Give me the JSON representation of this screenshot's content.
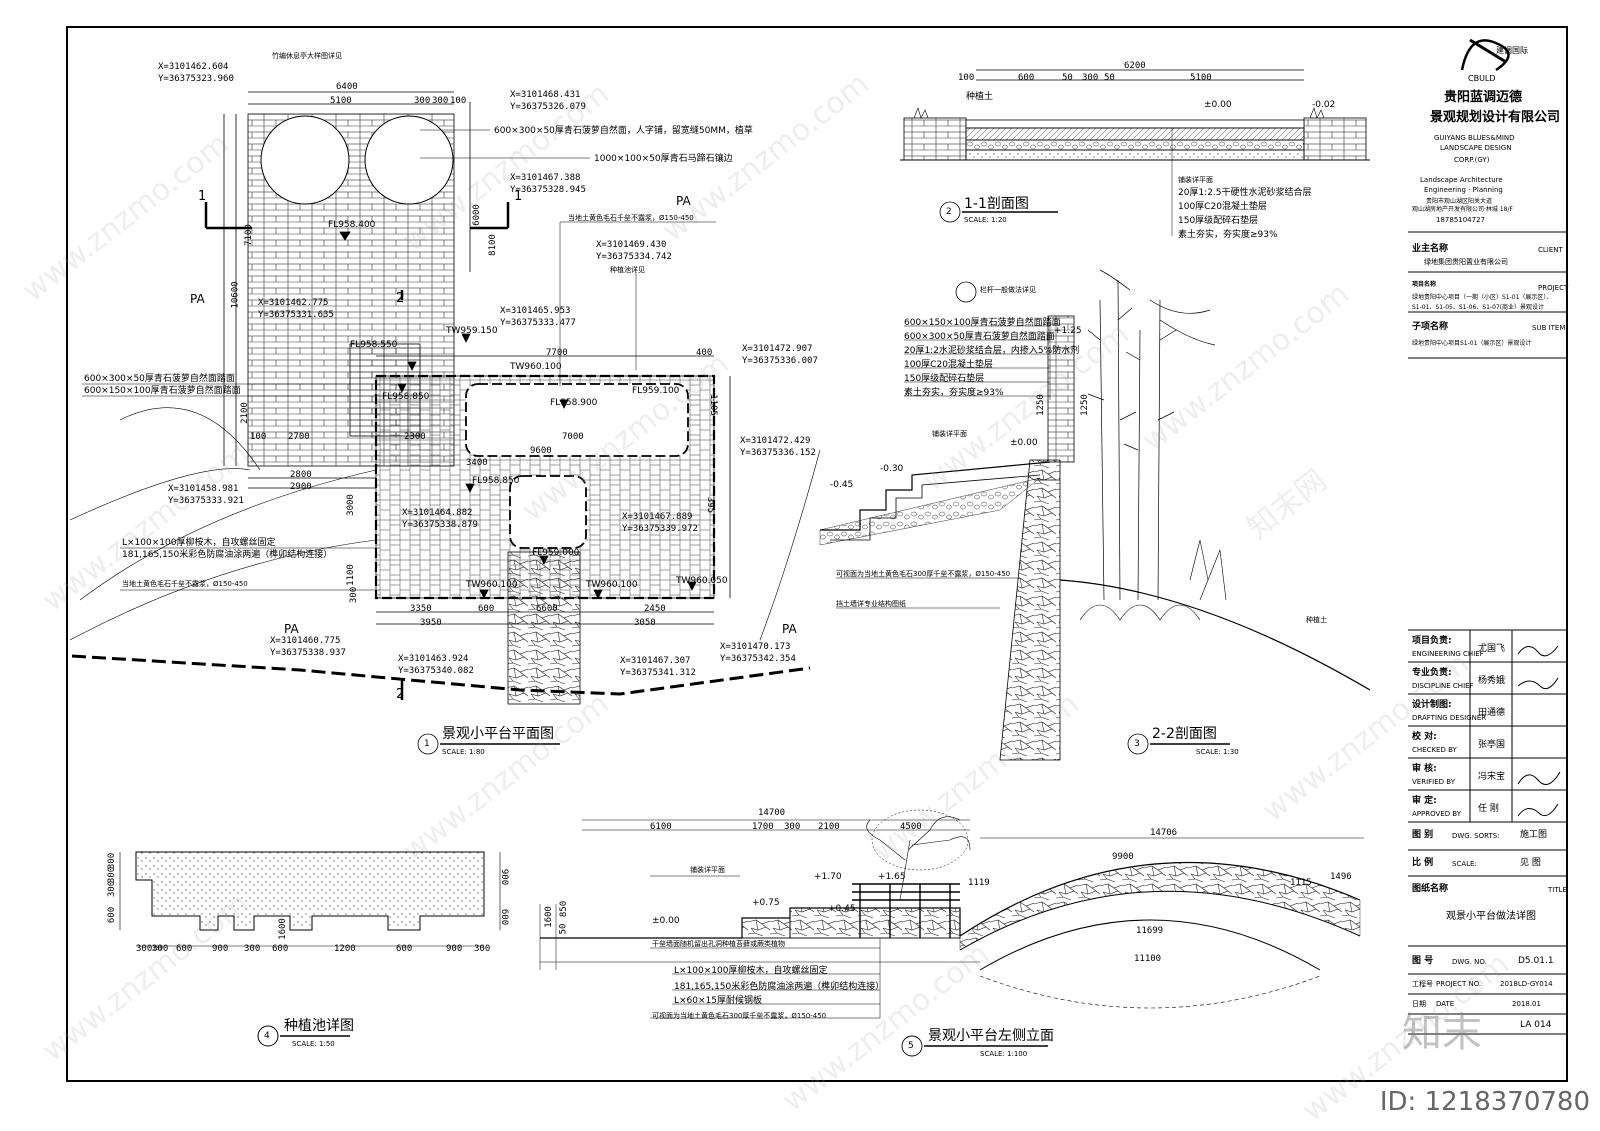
{
  "plan": {
    "title": "景观小平台平面图",
    "scale": "SCALE: 1:80",
    "coords": [
      "X=3101462.604",
      "Y=36375323.960",
      "X=3101468.431",
      "Y=36375326.079",
      "X=3101467.388",
      "Y=36375328.945",
      "X=3101469.430",
      "Y=36375334.742",
      "X=3101465.953",
      "Y=36375333.477",
      "X=3101462.775",
      "Y=36375331.635",
      "X=3101472.907",
      "Y=36375336.007",
      "X=3101472.429",
      "Y=36375336.152",
      "X=3101458.981",
      "Y=36375333.921",
      "X=3101464.882",
      "Y=36375338.879",
      "X=3101467.889",
      "Y=36375339.972",
      "X=3101460.775",
      "Y=36375338.937",
      "X=3101463.924",
      "Y=36375340.082",
      "X=3101467.307",
      "Y=36375341.312",
      "X=3101470.173",
      "Y=36375342.354"
    ],
    "notes": [
      "竹编休息亭大样图详见",
      "600×300×50厚青石菠萝自然面，人字铺，留宽缝50MM，植草",
      "1000×100×50厚青石马蹄石镶边",
      "当地土黄色毛石千垒不露浆，Ø150-450",
      "种植池详见",
      "600×300×50厚青石菠萝自然面踏面",
      "600×150×100厚青石菠萝自然面踏面",
      "L×100×100厚柳桉木，自攻螺丝固定",
      "181,165,150米彩色防腐油涂两遍（榫卯结构连接）",
      "当地土黄色毛石千垒不露浆，Ø150-450"
    ],
    "dims": [
      "6400",
      "5100",
      "300",
      "300",
      "100",
      "7100",
      "10600",
      "8100",
      "6000",
      "2700",
      "2100",
      "100",
      "2300",
      "2800",
      "2900",
      "7700",
      "400",
      "9600",
      "7000",
      "3400",
      "3350",
      "3950",
      "2450",
      "3050",
      "600",
      "6600",
      "3000",
      "1100",
      "300",
      "1105",
      "395"
    ],
    "levels": [
      "FL958.400",
      "FL958.850",
      "FL958.550",
      "TW960.100",
      "FL959.100",
      "FL958.900",
      "FL958.850",
      "FL959.000",
      "TW960.100",
      "TW960.100",
      "TW959.150",
      "TW960.050"
    ],
    "markers": [
      "PA",
      "PA",
      "PA",
      "PA",
      "1",
      "1",
      "2",
      "2"
    ]
  },
  "sec11": {
    "title": "1-1剖面图",
    "scale": "SCALE: 1:20",
    "dims": [
      "6200",
      "100",
      "600",
      "50",
      "300",
      "50",
      "5100"
    ],
    "levels": [
      "±0.00",
      "-0.02"
    ],
    "notes": [
      "种植土",
      "铺装详平面",
      "20厚1:2.5干硬性水泥砂浆结合层",
      "100厚C20混凝土垫层",
      "150厚级配碎石垫层",
      "素土夯实，夯实度≥93%"
    ]
  },
  "sec22": {
    "title": "2-2剖面图",
    "scale": "SCALE: 1:30",
    "ref": "栏杆一般做法详见",
    "notes": [
      "600×150×100厚青石菠萝自然面踏面",
      "600×300×50厚青石菠萝自然面踏面",
      "20厚1:2水泥砂浆结合层，内掺入5%防水剂",
      "100厚C20混凝土垫层",
      "150厚级配碎石垫层",
      "素土夯实，夯实度≥93%",
      "铺装详平面",
      "可视面为当地土黄色毛石300厚千垒不露浆，Ø150-450",
      "挡土墙详专业结构图纸",
      "种植土"
    ],
    "levels": [
      "±0.00",
      "-0.30",
      "-0.45",
      "+1.25"
    ],
    "dims": [
      "1250",
      "1250"
    ]
  },
  "detail4": {
    "title": "种植池详图",
    "scale": "SCALE: 1:50",
    "dims_bottom": [
      "300",
      "300",
      "300",
      "600",
      "900",
      "300",
      "600",
      "1200",
      "600",
      "900",
      "300"
    ],
    "dims_left": [
      "300",
      "300",
      "300",
      "600",
      "1600"
    ],
    "dims_right": [
      "900",
      "600"
    ]
  },
  "elev5": {
    "title": "景观小平台左侧立面",
    "scale": "SCALE: 1:100",
    "dims_top": [
      "14700",
      "6100",
      "1700",
      "300",
      "2100",
      "4500"
    ],
    "dims_right": [
      "14706",
      "9900",
      "1119",
      "1115",
      "1496",
      "11699",
      "11100"
    ],
    "levels": [
      "+1.70",
      "+1.65",
      "+0.75",
      "+0.45",
      "±0.00"
    ],
    "notes": [
      "铺装详平面",
      "干垒墙面随机留出孔洞种植苔藓或蕨类植物",
      "L×100×100厚柳桉木，自攻螺丝固定",
      "181,165,150米彩色防腐油涂两遍（榫卯结构连接）",
      "L×60×15厚耐候钢板",
      "可视面为当地土黄色毛石300厚千垒不露浆，Ø150-450"
    ],
    "dims_left": [
      "1600",
      "850",
      "50"
    ]
  },
  "titleblock": {
    "brand": "建调国际",
    "brand_en": "CBULD",
    "company_line1": "贵阳蓝调迈德",
    "company_line2": "景观规划设计有限公司",
    "company_en1": "GUIYANG BLUES&MIND",
    "company_en2": "LANDSCAPE DESIGN",
    "company_en3": "CORP.(GY)",
    "services1": "Landscape Architecture",
    "services2": "Engineering · Planning",
    "address1": "贵阳市观山湖区阳关大道",
    "address2": "观山湖房地产开发有限公司·林城 18/F",
    "phone": "18785104727",
    "client_label": "业主名称",
    "client_en": "CLIENT",
    "client_value": "绿地集团贵阳置业有限公司",
    "project_label": "项目名称",
    "project_en": "PROJECT",
    "project_value1": "绿地贵阳中心项目（一期（小区）S1-01（展示区）、",
    "project_value2": "S1-01、S1-05、S1-06、S1-07(商业）景观设计",
    "sub_label": "子项名称",
    "sub_en": "SUB ITEM",
    "sub_value": "绿地贵阳中心项目S1-01（展示区）景观设计",
    "roles": [
      {
        "cn": "项目负责:",
        "en": "ENGINEERING CHIEF",
        "name": "尤国飞"
      },
      {
        "cn": "专业负责:",
        "en": "DISCIPLINE CHIEF",
        "name": "杨秀娥"
      },
      {
        "cn": "设计制图:",
        "en": "DRAFTING DESIGNER",
        "name": "田通德"
      },
      {
        "cn": "校    对:",
        "en": "CHECKED BY",
        "name": "张亭国"
      },
      {
        "cn": "审    核:",
        "en": "VERIFIED BY",
        "name": "冯宋宝"
      },
      {
        "cn": "审    定:",
        "en": "APPROVED BY",
        "name": "任 刚"
      }
    ],
    "dwg_sorts_label": "图   别",
    "dwg_sorts_en": "DWG. SORTS:",
    "dwg_sorts_value": "施工图",
    "scale_label": "比   例",
    "scale_en": "SCALE:",
    "scale_value": "见 图",
    "title_label": "图纸名称",
    "title_en": "TITLE",
    "title_value": "观景小平台做法详图",
    "dwgno_label": "图   号",
    "dwgno_en": "DWG. NO.",
    "dwgno_value": "D5.01.1",
    "projno_label": "工程号",
    "projno_en": "PROJECT NO.",
    "projno_value": "2018LD-GY014",
    "date_label": "日期",
    "date_en": "DATE",
    "date_value": "2018.01",
    "sheet_value": "LA 014"
  },
  "watermark": {
    "site": "www.znzmo.com",
    "brand": "知末网",
    "footer_brand": "知末",
    "id": "ID: 1218370780"
  }
}
